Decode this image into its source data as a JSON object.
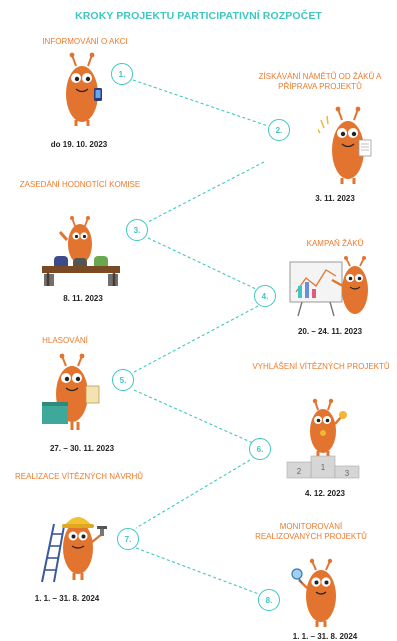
{
  "title": "KROKY PROJEKTU PARTICIPATIVNÍ ROZPOČET",
  "colors": {
    "accent": "#3ec7c2",
    "label": "#ec7a2c",
    "character": "#e2742f"
  },
  "steps": [
    {
      "number": "1.",
      "label_lines": [
        "INFORMOVÁNÍ O AKCI"
      ],
      "date": "do 19. 10. 2023",
      "illustration": "character-with-phone-icon"
    },
    {
      "number": "2.",
      "label_lines": [
        "ZÍSKÁVÁNÍ NÁMĚTŮ OD ŽÁKŮ A",
        "PŘÍPRAVA PROJEKTŮ"
      ],
      "date": "3. 11. 2023",
      "illustration": "character-with-notes-icon"
    },
    {
      "number": "3.",
      "label_lines": [
        "ZASEDÁNÍ HODNOTÍCÍ KOMISE"
      ],
      "date": "8. 11. 2023",
      "illustration": "committee-table-icon"
    },
    {
      "number": "4.",
      "label_lines": [
        "KAMPAŇ ŽÁKŮ"
      ],
      "date": "20. – 24. 11. 2023",
      "illustration": "character-with-chart-board-icon"
    },
    {
      "number": "5.",
      "label_lines": [
        "HLASOVÁNÍ"
      ],
      "date": "27. – 30. 11. 2023",
      "illustration": "character-with-ballot-box-icon"
    },
    {
      "number": "6.",
      "label_lines": [
        "VYHLÁŠENÍ VÍTĚZNÝCH PROJEKTŮ"
      ],
      "date": "4. 12. 2023",
      "illustration": "character-on-podium-icon",
      "podium": [
        "2",
        "1",
        "3"
      ]
    },
    {
      "number": "7.",
      "label_lines": [
        "REALIZACE VÍTĚZNÝCH NÁVRHŮ"
      ],
      "date": "1. 1. – 31. 8. 2024",
      "illustration": "character-with-hardhat-ladder-icon"
    },
    {
      "number": "8.",
      "label_lines": [
        "MONITOROVÁNÍ",
        "REALIZOVANÝCH PROJEKTŮ"
      ],
      "date": "1. 1. – 31. 8. 2024",
      "illustration": "character-with-magnifier-icon"
    }
  ]
}
